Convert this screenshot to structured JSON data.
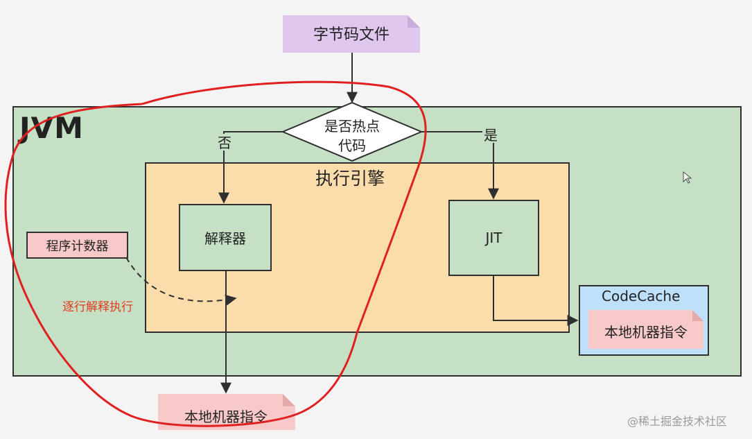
{
  "bytecode_file": "字节码文件",
  "jvm_label": "JVM",
  "decision": {
    "line1": "是否热点",
    "line2": "代码"
  },
  "no_label": "否",
  "yes_label": "是",
  "engine_label": "执行引擎",
  "interpreter_label": "解释器",
  "jit_label": "JIT",
  "program_counter": "程序计数器",
  "line_by_line_note": "逐行解释执行",
  "codecache": {
    "title": "CodeCache",
    "native_instructions": "本地机器指令"
  },
  "output_native_instructions": "本地机器指令",
  "watermark": "@稀土掘金技术社区",
  "colors": {
    "jvm_bg": "#c5e0c5",
    "engine_bg": "#fbdcab",
    "codecache_bg": "#bfe0fb",
    "note_pink": "#f8c9c9",
    "note_purple": "#dfc6ec",
    "annotation_red": "#e02020"
  }
}
